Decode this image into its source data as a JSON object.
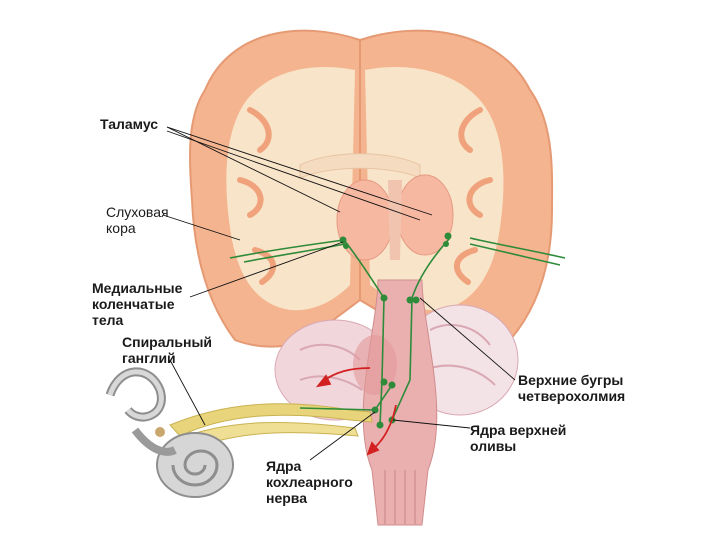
{
  "labels": {
    "thalamus": "Таламус",
    "auditory_cortex": [
      "Слуховая",
      "кора"
    ],
    "medial_geniculate": [
      "Медиальные",
      "коленчатые",
      "тела"
    ],
    "spiral_ganglion": [
      "Спиральный",
      "ганглий"
    ],
    "superior_colliculi": [
      "Верхние бугры",
      "четверохолмия"
    ],
    "superior_olive": [
      "Ядра верхней",
      "оливы"
    ],
    "cochlear_nuclei": [
      "Ядра",
      "кохлеарного",
      "нерва"
    ]
  },
  "colors": {
    "cortex_gray": "#f4b48f",
    "white_matter": "#f8e4c8",
    "thalamus": "#f7b8a2",
    "brainstem": "#eab0b0",
    "cerebellum": "#f1d6dc",
    "pathway": "#2e8b3a",
    "nerve": "#e8d47a",
    "arrow_red": "#d32020"
  },
  "icons": [
    "cochlea-icon",
    "brain-section-icon"
  ]
}
